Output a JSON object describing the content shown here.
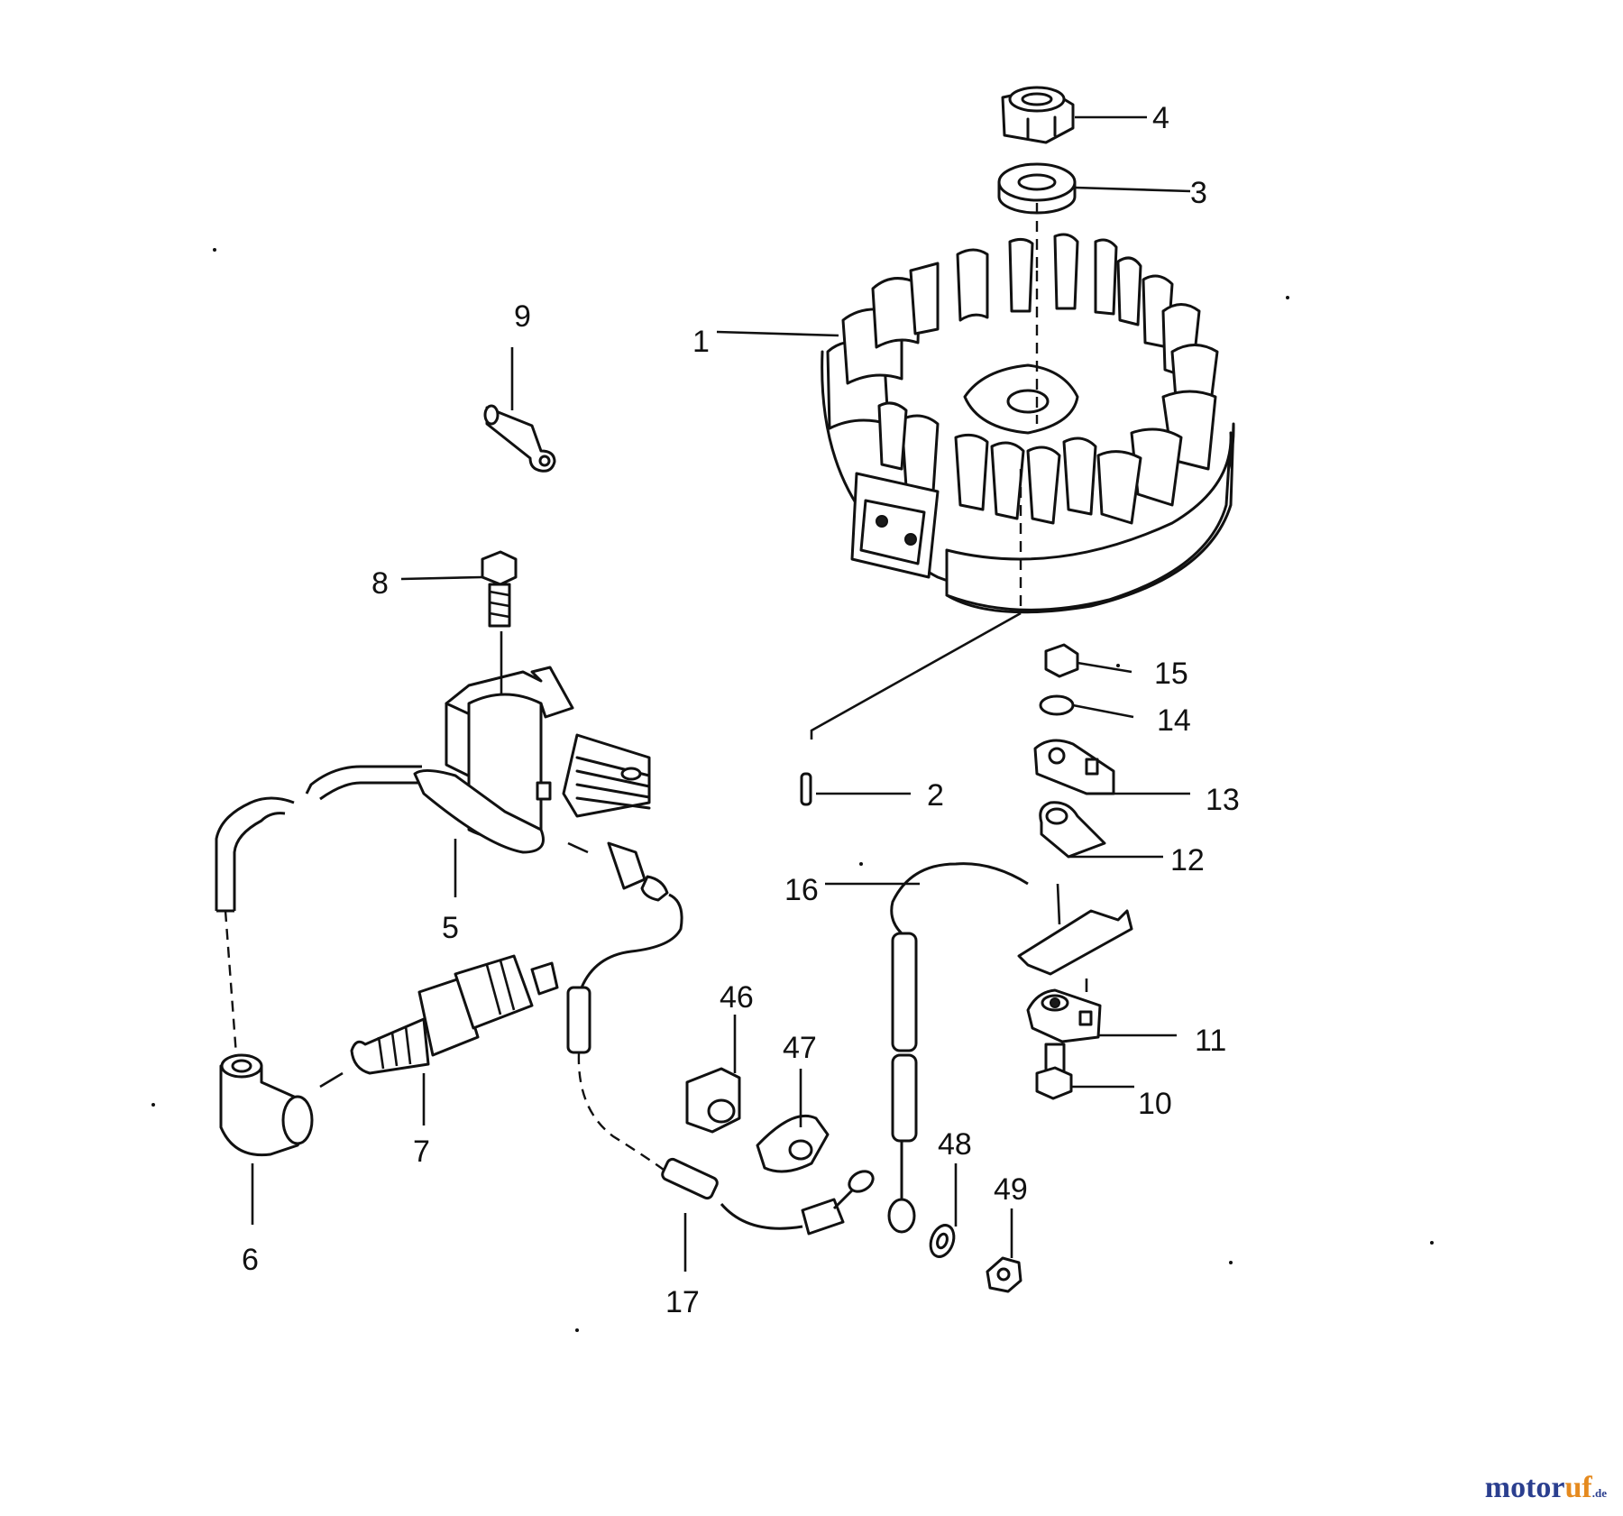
{
  "diagram": {
    "callouts": {
      "c1": "1",
      "c2": "2",
      "c3": "3",
      "c4": "4",
      "c5": "5",
      "c6": "6",
      "c7": "7",
      "c8": "8",
      "c9": "9",
      "c10": "10",
      "c11": "11",
      "c12": "12",
      "c13": "13",
      "c14": "14",
      "c15": "15",
      "c16": "16",
      "c17": "17",
      "c46": "46",
      "c47": "47",
      "c48": "48",
      "c49": "49"
    }
  },
  "watermark": {
    "main": "motor",
    "accent": "uf",
    "suffix": ".de"
  },
  "colors": {
    "line": "#111111",
    "brand_blue": "#2b3f8f",
    "brand_orange": "#e58a1f"
  }
}
